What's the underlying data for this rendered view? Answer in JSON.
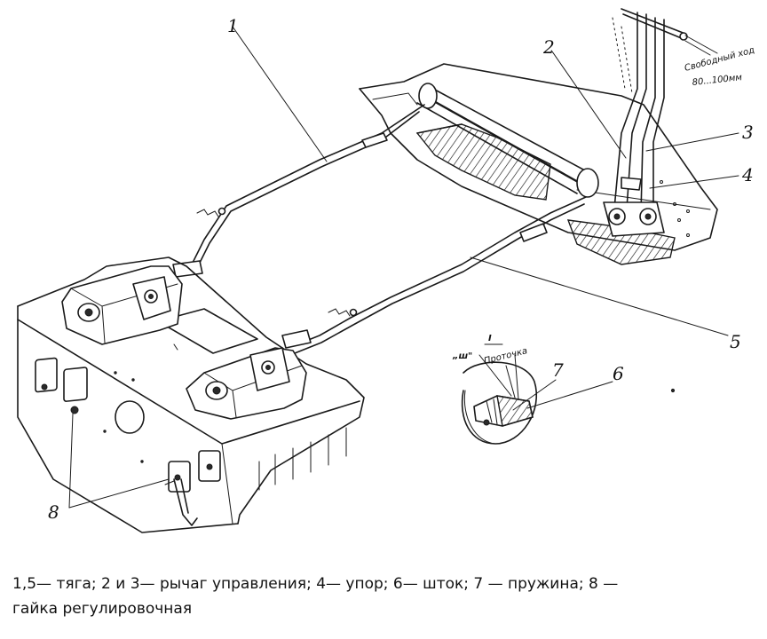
{
  "callouts": {
    "c1": "1",
    "c2": "2",
    "c3": "3",
    "c4": "4",
    "c5": "5",
    "c6": "6",
    "c7": "7",
    "c8": "8"
  },
  "annotations": {
    "free_travel_label": "Свободный ход",
    "free_travel_value": "80...100мм",
    "detail_mark": "I",
    "groove_label": "Проточка",
    "sh_mark": "„ш\""
  },
  "caption": {
    "line1": "1,5— тяга; 2 и 3— рычаг управления; 4— упор; 6— шток; 7 — пружина; 8 —",
    "line2": "гайка регулировочная"
  }
}
